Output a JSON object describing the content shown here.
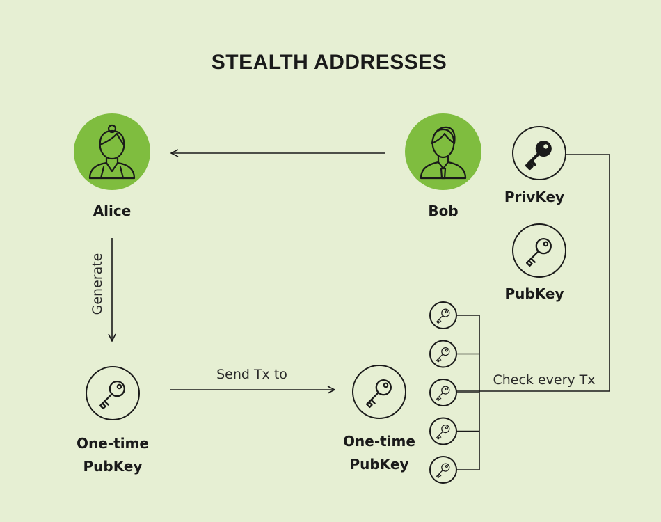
{
  "title": "STEALTH ADDRESSES",
  "colors": {
    "background": "#e6efd3",
    "accent": "#7fbd3f",
    "ink": "#1a1a1a"
  },
  "nodes": {
    "alice": {
      "label": "Alice",
      "icon": "woman-avatar-icon"
    },
    "bob": {
      "label": "Bob",
      "icon": "man-avatar-icon"
    },
    "priv_key": {
      "label": "PrivKey",
      "icon": "solid-key-icon"
    },
    "pub_key": {
      "label": "PubKey",
      "icon": "outline-key-icon"
    },
    "alice_onetime": {
      "label_line1": "One-time",
      "label_line2": "PubKey",
      "icon": "outline-key-icon"
    },
    "bob_onetime": {
      "label_line1": "One-time",
      "label_line2": "PubKey",
      "icon": "outline-key-icon"
    }
  },
  "edges": {
    "generate": "Generate",
    "send_tx": "Send Tx to",
    "check": "Check every Tx"
  },
  "tx_key_count": 5
}
